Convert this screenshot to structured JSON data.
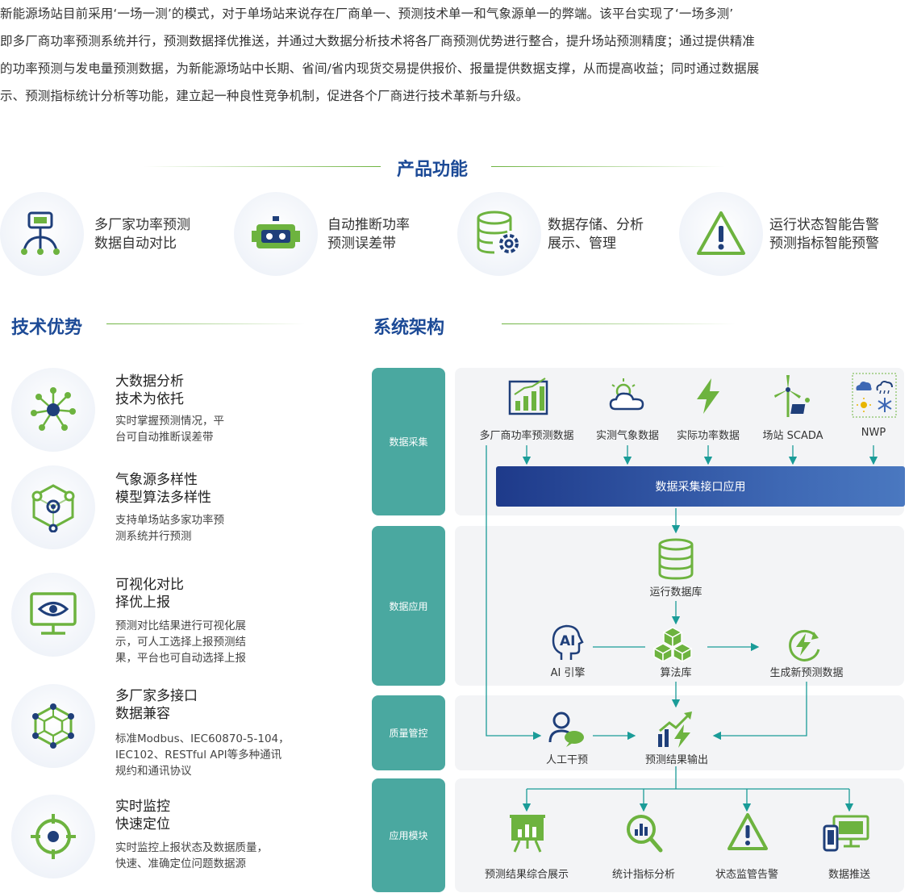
{
  "intro": {
    "lines": [
      "新能源场站目前采用‘一场一测’的模式，对于单场站来说存在厂商单一、预测技术单一和气象源单一的弊端。该平台实现了‘一场多测’",
      "即多厂商功率预测系统并行，预测数据择优推送，并通过大数据分析技术将各厂商预测优势进行整合，提升场站预测精度；通过提供精准",
      "的功率预测与发电量预测数据，为新能源场站中长期、省间/省内现货交易提供报价、报量提供数据支撑，从而提高收益；同时通过数据展",
      "示、预测指标统计分析等功能，建立起一种良性竞争机制，促进各个厂商进行技术革新与升级。"
    ]
  },
  "product": {
    "title": "产品功能",
    "features": [
      {
        "line1": "多厂家功率预测",
        "line2": "数据自动对比",
        "icon": "network-tree-icon"
      },
      {
        "line1": "自动推断功率",
        "line2": "预测误差带",
        "icon": "robot-icon"
      },
      {
        "line1": "数据存储、分析",
        "line2": "展示、管理",
        "icon": "database-gear-icon"
      },
      {
        "line1": "运行状态智能告警",
        "line2": "预测指标智能预警",
        "icon": "warning-triangle-icon"
      }
    ]
  },
  "advantages": {
    "title": "技术优势",
    "items": [
      {
        "title1": "大数据分析",
        "title2": "技术为依托",
        "desc": [
          "实时掌握预测情况，平",
          "台可自动推断误差带"
        ],
        "icon": "big-data-node-icon"
      },
      {
        "title1": "气象源多样性",
        "title2": "模型算法多样性",
        "desc": [
          "支持单场站多家功率预",
          "测系统并行预测"
        ],
        "icon": "cube-nodes-icon"
      },
      {
        "title1": "可视化对比",
        "title2": "择优上报",
        "desc": [
          "预测对比结果进行可视化展",
          "示，可人工选择上报预测结",
          "果，平台也可自动选择上报"
        ],
        "icon": "monitor-eye-icon"
      },
      {
        "title1": "多厂家多接口",
        "title2": "数据兼容",
        "desc": [
          "标准Modbus、IEC60870-5-104，",
          "IEC102、RESTful API等多种通讯",
          "规约和通讯协议"
        ],
        "icon": "hexagon-network-icon"
      },
      {
        "title1": "实时监控",
        "title2": "快速定位",
        "desc": [
          "实时监控上报状态及数据质量，",
          "快速、准确定位问题数据源"
        ],
        "icon": "crosshair-target-icon"
      }
    ]
  },
  "architecture": {
    "title": "系统架构",
    "bands": [
      "数据采集",
      "数据应用",
      "质量管控",
      "应用模块"
    ],
    "collect": [
      {
        "label": "多厂商功率预测数据",
        "icon": "bar-chart-icon"
      },
      {
        "label": "实测气象数据",
        "icon": "sun-cloud-icon"
      },
      {
        "label": "实际功率数据",
        "icon": "lightning-icon"
      },
      {
        "label": "场站 SCADA",
        "icon": "wind-turbine-icon"
      },
      {
        "label": "NWP",
        "icon": "weather-grid-icon"
      }
    ],
    "interface_bar": "数据采集接口应用",
    "db_label": "运行数据库",
    "ai_label": "AI 引擎",
    "ai_icon_text": "AI",
    "algo_label": "算法库",
    "gen_label": "生成新预测数据",
    "manual_label": "人工干预",
    "output_label": "预测结果输出",
    "modules": [
      {
        "label": "预测结果综合展示",
        "icon": "presentation-chart-icon"
      },
      {
        "label": "统计指标分析",
        "icon": "magnifier-chart-icon"
      },
      {
        "label": "状态监管告警",
        "icon": "alert-triangle-icon"
      },
      {
        "label": "数据推送",
        "icon": "devices-icon"
      }
    ]
  },
  "colors": {
    "title_blue": "#1c4a96",
    "green": "#6db33f",
    "teal_band": "#4aa8a0",
    "arrow_teal": "#1a9c98",
    "icon_navy": "#1f3f7a"
  }
}
